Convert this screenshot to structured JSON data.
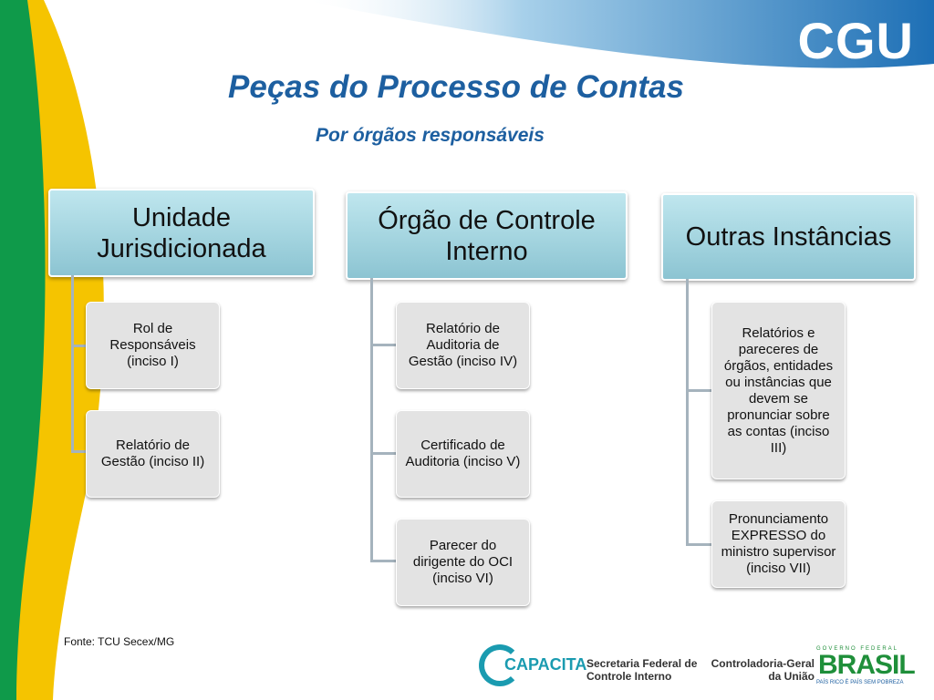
{
  "header": {
    "logo_text": "CGU",
    "title": "Peças do Processo de Contas",
    "subtitle": "Por órgãos responsáveis"
  },
  "columns": [
    {
      "title": "Unidade Jurisdicionada",
      "items": [
        "Rol de Responsáveis (inciso I)",
        "Relatório de Gestão (inciso II)"
      ]
    },
    {
      "title": "Órgão de Controle Interno",
      "items": [
        "Relatório de Auditoria de Gestão (inciso IV)",
        "Certificado de Auditoria (inciso V)",
        "Parecer do dirigente do OCI (inciso VI)"
      ]
    },
    {
      "title": "Outras Instâncias",
      "items": [
        "Relatórios e pareceres de órgãos, entidades ou instâncias que devem se pronunciar sobre as contas (inciso III)",
        "Pronunciamento EXPRESSO do ministro supervisor (inciso VII)"
      ]
    }
  ],
  "source_note": "Fonte: TCU Secex/MG",
  "footer": {
    "capacita": "CAPACITA",
    "secretaria": "Secretaria Federal de Controle Interno",
    "controladoria": "Controladoria-Geral da União",
    "governo": "GOVERNO FEDERAL",
    "brasil": "BRASIL",
    "brasil_tagline": "PAÍS RICO É PAÍS SEM POBREZA"
  },
  "colors": {
    "title_blue": "#1d5fa0",
    "header_box": "#a3d4df",
    "child_box": "#e3e3e3",
    "green": "#0f9a4a",
    "yellow": "#f5c400"
  }
}
